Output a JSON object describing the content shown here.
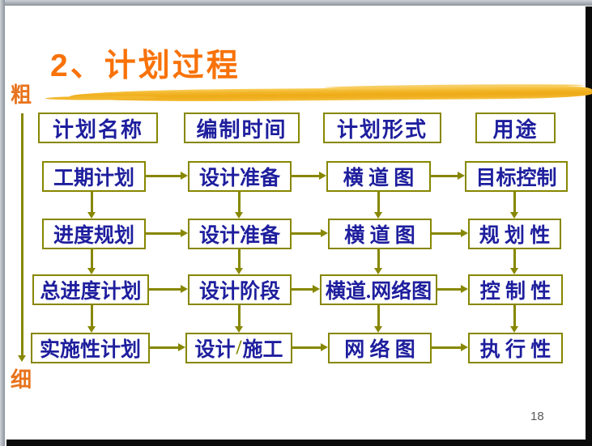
{
  "slide": {
    "title": "2、计划过程",
    "page_number": "18",
    "axis": {
      "top_label": "粗",
      "bottom_label": "细"
    }
  },
  "colors": {
    "title_orange": "#f87209",
    "axis_label_orange": "#e8731c",
    "connector_olive": "#878700",
    "box_text_navy": "#1e1e9e",
    "brush_gold": "#f0ad1e",
    "page_number_gray": "#595959"
  },
  "grid": {
    "headers": [
      {
        "label": "计划名称"
      },
      {
        "label": "编制时间"
      },
      {
        "label": "计划形式"
      },
      {
        "label": "用途"
      }
    ],
    "rows": [
      {
        "cells": [
          {
            "label": "工期计划"
          },
          {
            "label": "设计准备"
          },
          {
            "label": "横 道 图"
          },
          {
            "label": "目标控制"
          }
        ]
      },
      {
        "cells": [
          {
            "label": "进度规划"
          },
          {
            "label": "设计准备"
          },
          {
            "label": "横 道 图"
          },
          {
            "label": "规 划 性"
          }
        ]
      },
      {
        "cells": [
          {
            "label": "总进度计划"
          },
          {
            "label": "设计阶段"
          },
          {
            "label": "横道.网络图"
          },
          {
            "label": "控 制 性"
          }
        ]
      },
      {
        "cells": [
          {
            "label": "实施性计划"
          },
          {
            "parts": [
              "设计",
              "/",
              "施工"
            ]
          },
          {
            "label": "网 络 图"
          },
          {
            "label": "执 行 性"
          }
        ]
      }
    ]
  }
}
